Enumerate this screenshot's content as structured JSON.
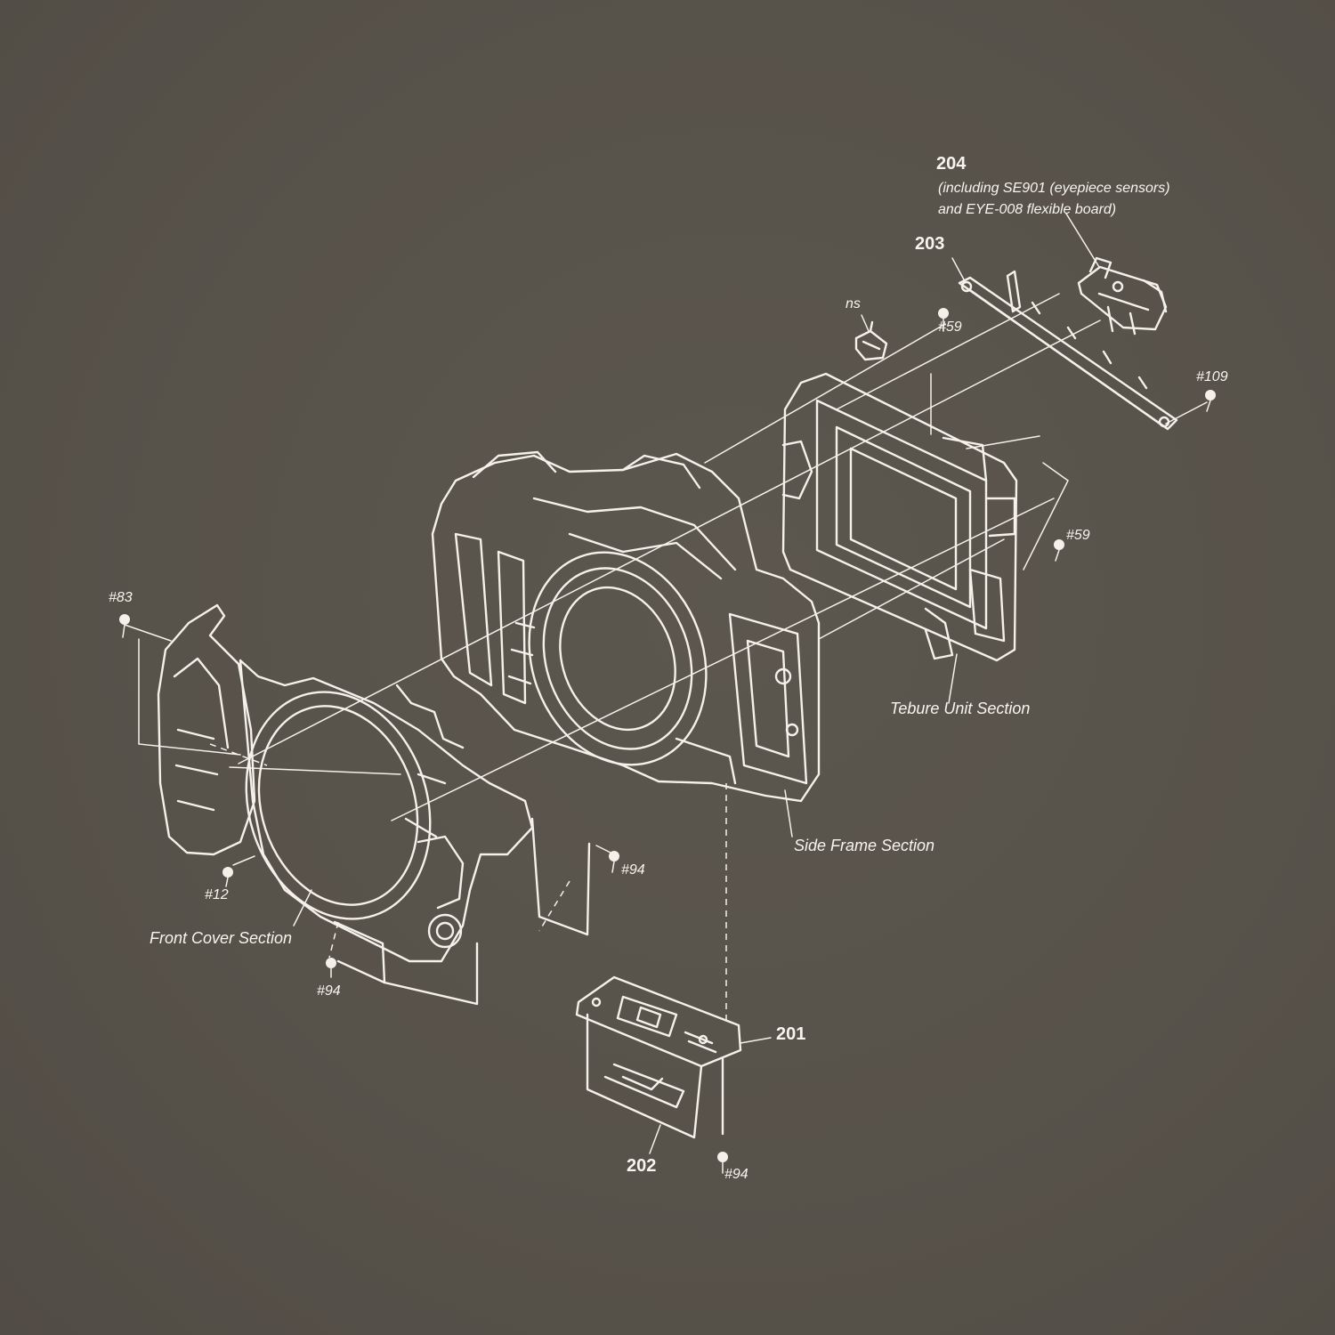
{
  "colors": {
    "background": "#57524a",
    "linework": "#f4f1ea"
  },
  "parts": [
    {
      "key": "p204",
      "number": "204",
      "note_line1": "(including SE901 (eyepiece sensors)",
      "note_line2": "and EYE-008 flexible board)"
    },
    {
      "key": "p203",
      "number": "203"
    },
    {
      "key": "p201",
      "number": "201"
    },
    {
      "key": "p202",
      "number": "202"
    }
  ],
  "screws": [
    "#59",
    "#59",
    "#109",
    "#83",
    "#12",
    "#94",
    "#94",
    "#94",
    "ns"
  ],
  "sections": [
    "Tebure Unit Section",
    "Side Frame Section",
    "Front Cover Section"
  ]
}
